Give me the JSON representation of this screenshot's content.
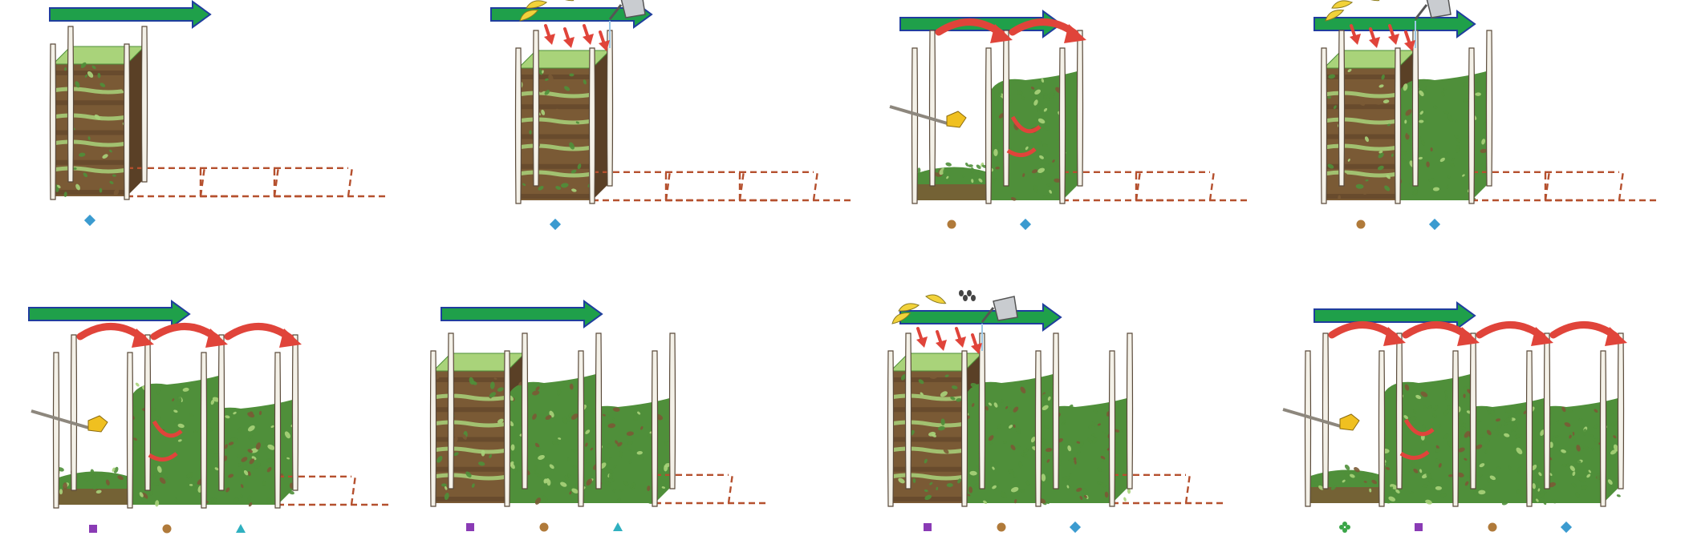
{
  "diagram": {
    "colors": {
      "progress_arrow_fill": "#1fa04a",
      "progress_arrow_outline": "#1f3d9e",
      "turn_arrow": "#e0443a",
      "empty_bay_outline": "#b5502e",
      "post": "#f4f1e8",
      "post_outline": "#5a4a3a",
      "compost_dark": "#5a4026",
      "compost_mid": "#7a5a35",
      "greens_light": "#a9d37a",
      "greens_dark": "#4f8f3a",
      "banana": "#f2d23a",
      "watering_can": "#c9ccd0"
    },
    "marker_legend_colors": {
      "diamond": "#3b9bd0",
      "circle": "#b07a3a",
      "square": "#8a3bb5",
      "triangle": "#2fb0c0",
      "clover": "#3aa548"
    },
    "panels": [
      {
        "step": 1,
        "actions": [],
        "bins": [
          "layered"
        ],
        "empty_bays": 3,
        "markers": [
          "diamond"
        ]
      },
      {
        "step": 2,
        "actions": [
          "add-food-scraps",
          "add-water"
        ],
        "bins": [
          "layered"
        ],
        "empty_bays": 3,
        "markers": [
          "diamond"
        ]
      },
      {
        "step": 3,
        "actions": [
          "turn-into-next-bin",
          "fork-turning"
        ],
        "bins": [
          "low-remnant",
          "mixed-heap"
        ],
        "empty_bays": 2,
        "markers": [
          "circle",
          "diamond"
        ]
      },
      {
        "step": 4,
        "actions": [
          "add-food-scraps",
          "add-water"
        ],
        "bins": [
          "layered",
          "mixed-heap"
        ],
        "empty_bays": 2,
        "markers": [
          "circle",
          "diamond"
        ]
      },
      {
        "step": 5,
        "actions": [
          "turn-into-next-bin",
          "fork-turning"
        ],
        "bins": [
          "low-remnant",
          "mixed-heap",
          "mixed-heap"
        ],
        "empty_bays": 1,
        "markers": [
          "square",
          "circle",
          "triangle"
        ]
      },
      {
        "step": 6,
        "actions": [],
        "bins": [
          "layered",
          "mixed-heap",
          "mixed-heap"
        ],
        "empty_bays": 1,
        "markers": [
          "square",
          "circle",
          "triangle"
        ]
      },
      {
        "step": 7,
        "actions": [
          "add-food-scraps",
          "add-water"
        ],
        "bins": [
          "layered",
          "mixed-heap",
          "mixed-heap"
        ],
        "empty_bays": 1,
        "markers": [
          "square",
          "circle",
          "diamond"
        ]
      },
      {
        "step": 8,
        "actions": [
          "turn-into-next-bin",
          "fork-turning"
        ],
        "bins": [
          "low-remnant",
          "mixed-heap",
          "mixed-heap",
          "mixed-heap"
        ],
        "empty_bays": 0,
        "markers": [
          "clover",
          "square",
          "circle",
          "diamond"
        ]
      }
    ]
  }
}
